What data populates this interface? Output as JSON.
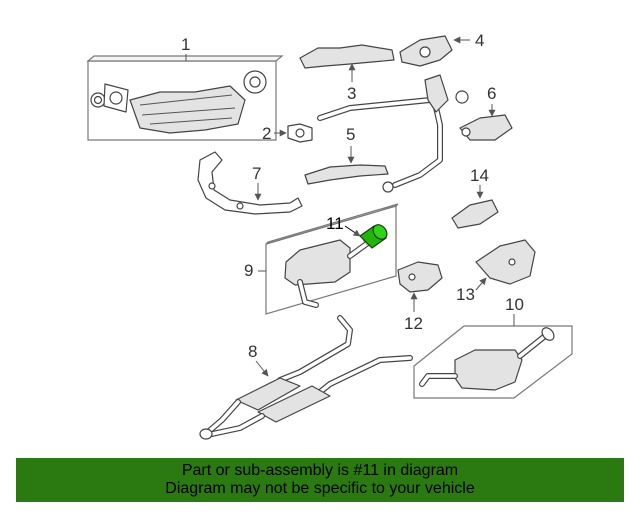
{
  "diagram": {
    "callouts": {
      "c1": "1",
      "c2": "2",
      "c3": "3",
      "c4": "4",
      "c5": "5",
      "c6": "6",
      "c7": "7",
      "c8": "8",
      "c9": "9",
      "c10": "10",
      "c11": "11",
      "c12": "12",
      "c13": "13",
      "c14": "14"
    },
    "highlight_part": "11",
    "highlight_color": "#22b40a"
  },
  "footer": {
    "line1": "Part or sub-assembly is #11 in diagram",
    "line2": "Diagram may not be specific to your vehicle",
    "background": "#2b7a11"
  }
}
